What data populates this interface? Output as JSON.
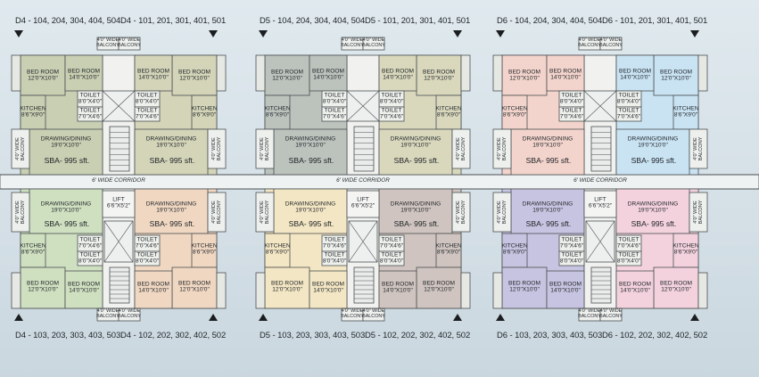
{
  "towers": [
    {
      "top_left": "D4 - 104, 204, 304, 404, 504",
      "top_right": "D4 - 101, 201, 301, 401, 501",
      "bottom_left": "D4 - 103, 203, 303, 403, 503",
      "bottom_right": "D4 - 102, 202, 302, 402, 502"
    },
    {
      "top_left": "D5 - 104, 204, 304, 404, 504",
      "top_right": "D5 - 101, 201, 301, 401, 501",
      "bottom_left": "D5 - 103, 203, 303, 403, 503",
      "bottom_right": "D5 - 102, 202, 302, 402, 502"
    },
    {
      "top_left": "D6 - 104, 204, 304, 404, 504",
      "top_right": "D6 - 101, 201, 301, 401, 501",
      "bottom_left": "D6 - 103, 203, 303, 403, 503",
      "bottom_right": "D6 - 102, 202, 302, 402, 502"
    }
  ],
  "corridor_label": "6' WIDE CORRIDOR",
  "rooms": {
    "bed1": "BED ROOM\n12'0\"X10'0\"",
    "bed2": "BED ROOM\n14'0\"X10'0\"",
    "kitchen": "KITCHEN\n8'6\"X9'0\"",
    "toilet1": "TOILET\n8'0\"X4'0\"",
    "toilet2": "TOILET\n7'0\"X4'6\"",
    "drawing": "DRAWING/DINING\n19'0\"X10'0\"",
    "sba": "SBA- 995 sft.",
    "balcony": "4'0\" WIDE\nBALCONY",
    "lift": "LIFT\n6'6\"X5'2\""
  },
  "colors": {
    "d4": {
      "tl": "#c8cfb2",
      "tr": "#d3d4b8",
      "bl": "#cfe0c0",
      "br": "#f0d7c2"
    },
    "d5": {
      "tl": "#bcc3bd",
      "tr": "#d9d8bd",
      "bl": "#f3e6c4",
      "br": "#cfc4bf"
    },
    "d6": {
      "tl": "#f3d4cc",
      "tr": "#c9e3f3",
      "bl": "#c7c4e1",
      "br": "#f3d2dd"
    }
  }
}
